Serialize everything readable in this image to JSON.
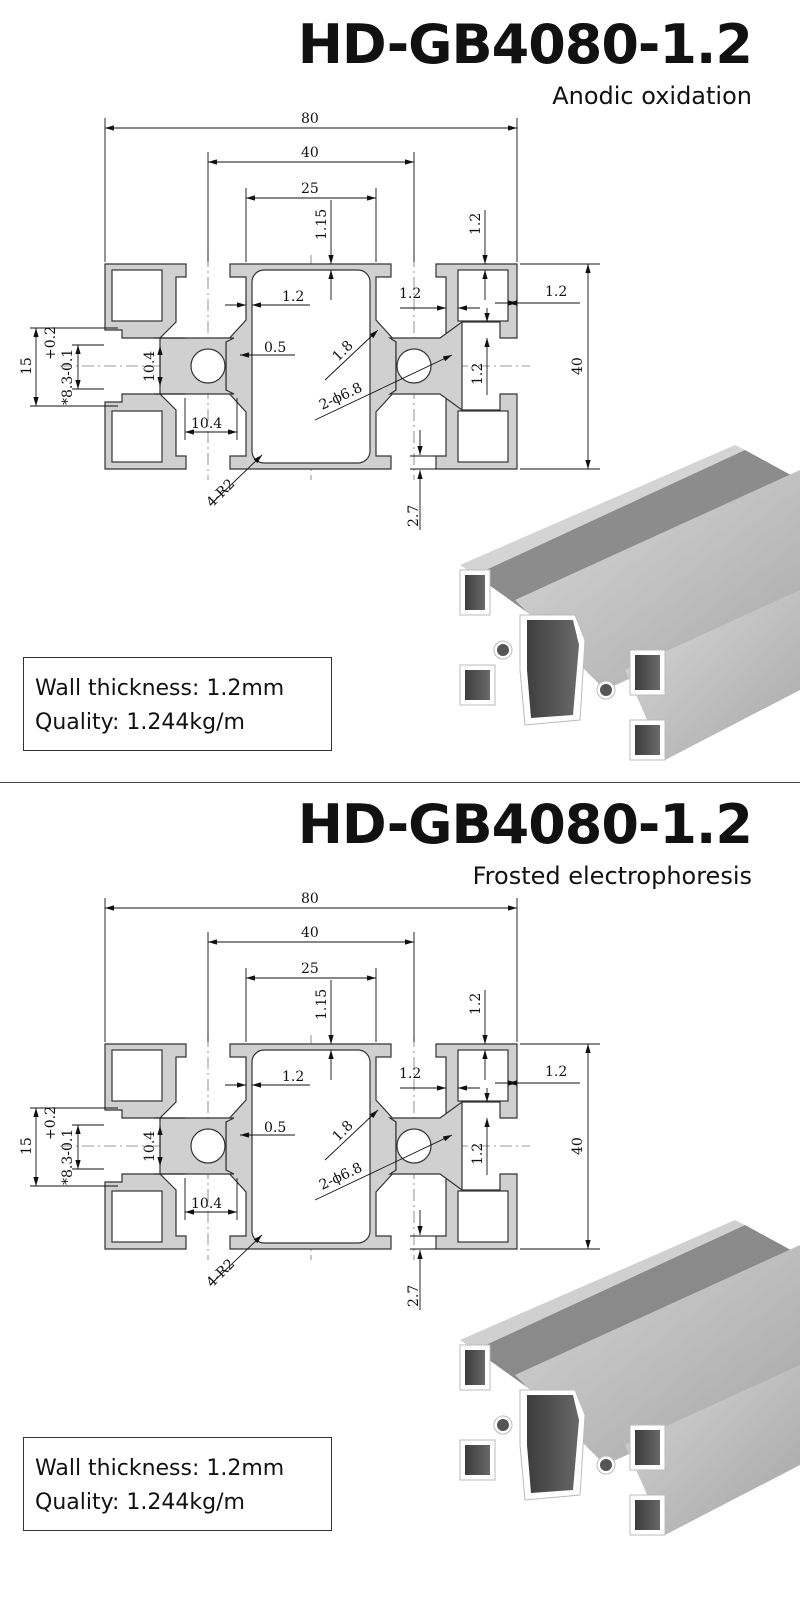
{
  "sections": [
    {
      "title": "HD-GB4080-1.2",
      "finish": "Anodic oxidation",
      "specs": {
        "wall_thickness": "Wall thickness: 1.2mm",
        "quality": "Quality: 1.244kg/m"
      }
    },
    {
      "title": "HD-GB4080-1.2",
      "finish": "Frosted electrophoresis",
      "specs": {
        "wall_thickness": "Wall thickness: 1.2mm",
        "quality": "Quality: 1.244kg/m"
      }
    }
  ],
  "dimensions": {
    "overall_width": "80",
    "center_width": "40",
    "inner_width": "25",
    "top_wall": "1.15",
    "side_wall": "1.2",
    "slot_wall_top": "1.2",
    "slot_wall_left": "1.2",
    "slot_wall_right": "1.2",
    "slot_wall_lower": "1.2",
    "overall_height": "40",
    "web": "1.8",
    "holes": "2-ϕ6.8",
    "notch": "0.5",
    "core_height": "10.4",
    "core_width": "10.4",
    "slot_depth": "15",
    "slot_tol_upper": "+0.2",
    "slot_tol_lower": "*8.3-0.1",
    "fillet": "4-R2",
    "lip": "2.7"
  },
  "colors": {
    "profile_fill": "#d0d0d0",
    "line": "#111111",
    "aluminum_light": "#c9c9c9",
    "aluminum_dark": "#4a4a4a"
  }
}
